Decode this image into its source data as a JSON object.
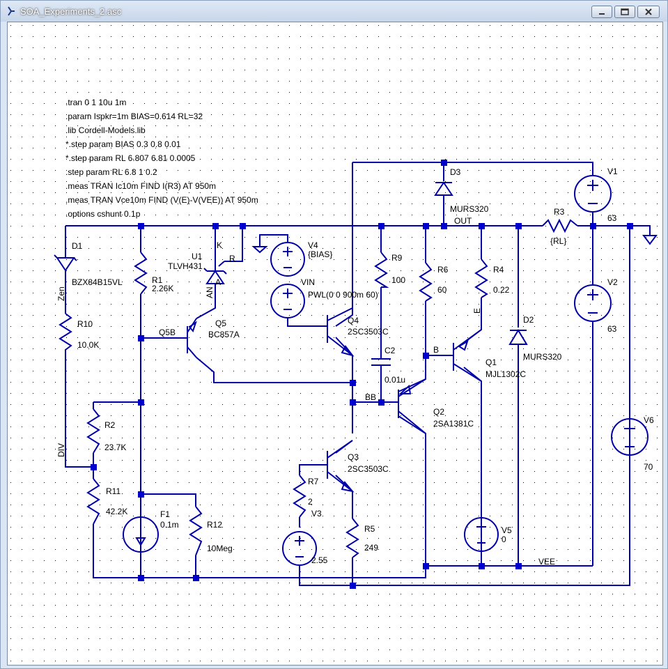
{
  "window": {
    "title": "SOA_Experiments_2.asc"
  },
  "directives": [
    ".tran 0 1 10u 1m",
    ".param Ispkr=1m BIAS=0.614 RL=32",
    ".lib Cordell-Models.lib",
    "*.step param BIAS 0.3 0.8 0.01",
    "*.step param RL 6.807 6.81 0.0005",
    ".step param RL 6.8 1 0.2",
    ".meas TRAN Ic10m FIND I(R3) AT 950m",
    ".meas TRAN Vce10m FIND (V(E)-V(VEE)) AT 950m",
    ".options cshunt 0.1p"
  ],
  "components": {
    "D1": {
      "name": "D1",
      "value": "BZX84B15VL"
    },
    "R10": {
      "name": "R10",
      "value": "10.0K"
    },
    "R1": {
      "name": "R1",
      "value": "2.26K"
    },
    "U1": {
      "name": "U1",
      "value": "TLVH431",
      "pin_k": "K",
      "pin_r": "R",
      "pin_an": "AN"
    },
    "Q5": {
      "name": "Q5",
      "value": "BC857A"
    },
    "R2": {
      "name": "R2",
      "value": "23.7K"
    },
    "R11": {
      "name": "R11",
      "value": "42.2K"
    },
    "F1": {
      "name": "F1",
      "value": "0.1m"
    },
    "R12": {
      "name": "R12",
      "value": "10Meg"
    },
    "V4": {
      "name": "V4",
      "value": "{BIAS}"
    },
    "VIN": {
      "name": "VIN",
      "value": "PWL(0 0 900m 60)"
    },
    "Q4": {
      "name": "Q4",
      "value": "2SC3503C"
    },
    "Q3": {
      "name": "Q3",
      "value": "2SC3503C"
    },
    "R7": {
      "name": "R7",
      "value": "2"
    },
    "V3": {
      "name": "V3",
      "value": "2.55"
    },
    "R5": {
      "name": "R5",
      "value": "249"
    },
    "R9": {
      "name": "R9",
      "value": "100"
    },
    "C2": {
      "name": "C2",
      "value": "0.01u"
    },
    "Q2": {
      "name": "Q2",
      "value": "2SA1381C"
    },
    "R6": {
      "name": "R6",
      "value": "60"
    },
    "R4": {
      "name": "R4",
      "value": "0.22"
    },
    "Q1": {
      "name": "Q1",
      "value": "MJL1302C"
    },
    "V5": {
      "name": "V5",
      "value": "0"
    },
    "D3": {
      "name": "D3",
      "value": "MURS320"
    },
    "D2": {
      "name": "D2",
      "value": "MURS320"
    },
    "R3": {
      "name": "R3",
      "value": "{RL}"
    },
    "V1": {
      "name": "V1",
      "value": "63"
    },
    "V2": {
      "name": "V2",
      "value": "63"
    },
    "V6": {
      "name": "V6",
      "value": "70"
    }
  },
  "nets": {
    "zen": "Zen",
    "div": "DIV",
    "q5b": "Q5B",
    "bb": "BB",
    "b": "B",
    "e": "E",
    "out": "OUT",
    "vee": "VEE"
  }
}
